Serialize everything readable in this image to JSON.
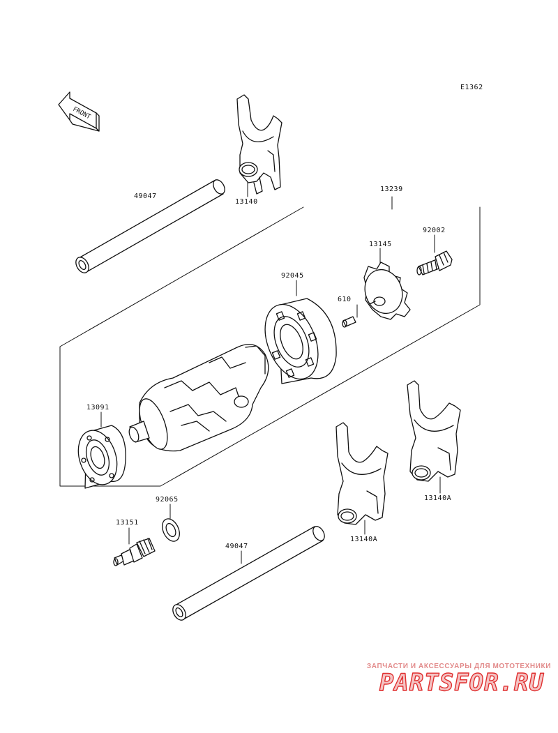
{
  "diagram": {
    "code": "E1362",
    "front_label": "FRONT",
    "callouts": [
      {
        "id": "shaft_top",
        "label": "49047"
      },
      {
        "id": "fork_top",
        "label": "13140"
      },
      {
        "id": "drum_assy",
        "label": "13239"
      },
      {
        "id": "bolt",
        "label": "92002"
      },
      {
        "id": "pin_plate",
        "label": "13145"
      },
      {
        "id": "bearing_right",
        "label": "92045"
      },
      {
        "id": "pin",
        "label": "610"
      },
      {
        "id": "bearing_left",
        "label": "13091"
      },
      {
        "id": "washer",
        "label": "92065"
      },
      {
        "id": "switch",
        "label": "13151"
      },
      {
        "id": "shaft_bottom",
        "label": "49047"
      },
      {
        "id": "fork_mid",
        "label": "13140A"
      },
      {
        "id": "fork_right",
        "label": "13140A"
      }
    ]
  },
  "watermark": {
    "tagline": "ЗАПЧАСТИ И АКСЕССУАРЫ ДЛЯ МОТОТЕХНИКИ",
    "logo": "PARTSFOR.RU",
    "color": "#e03030"
  }
}
